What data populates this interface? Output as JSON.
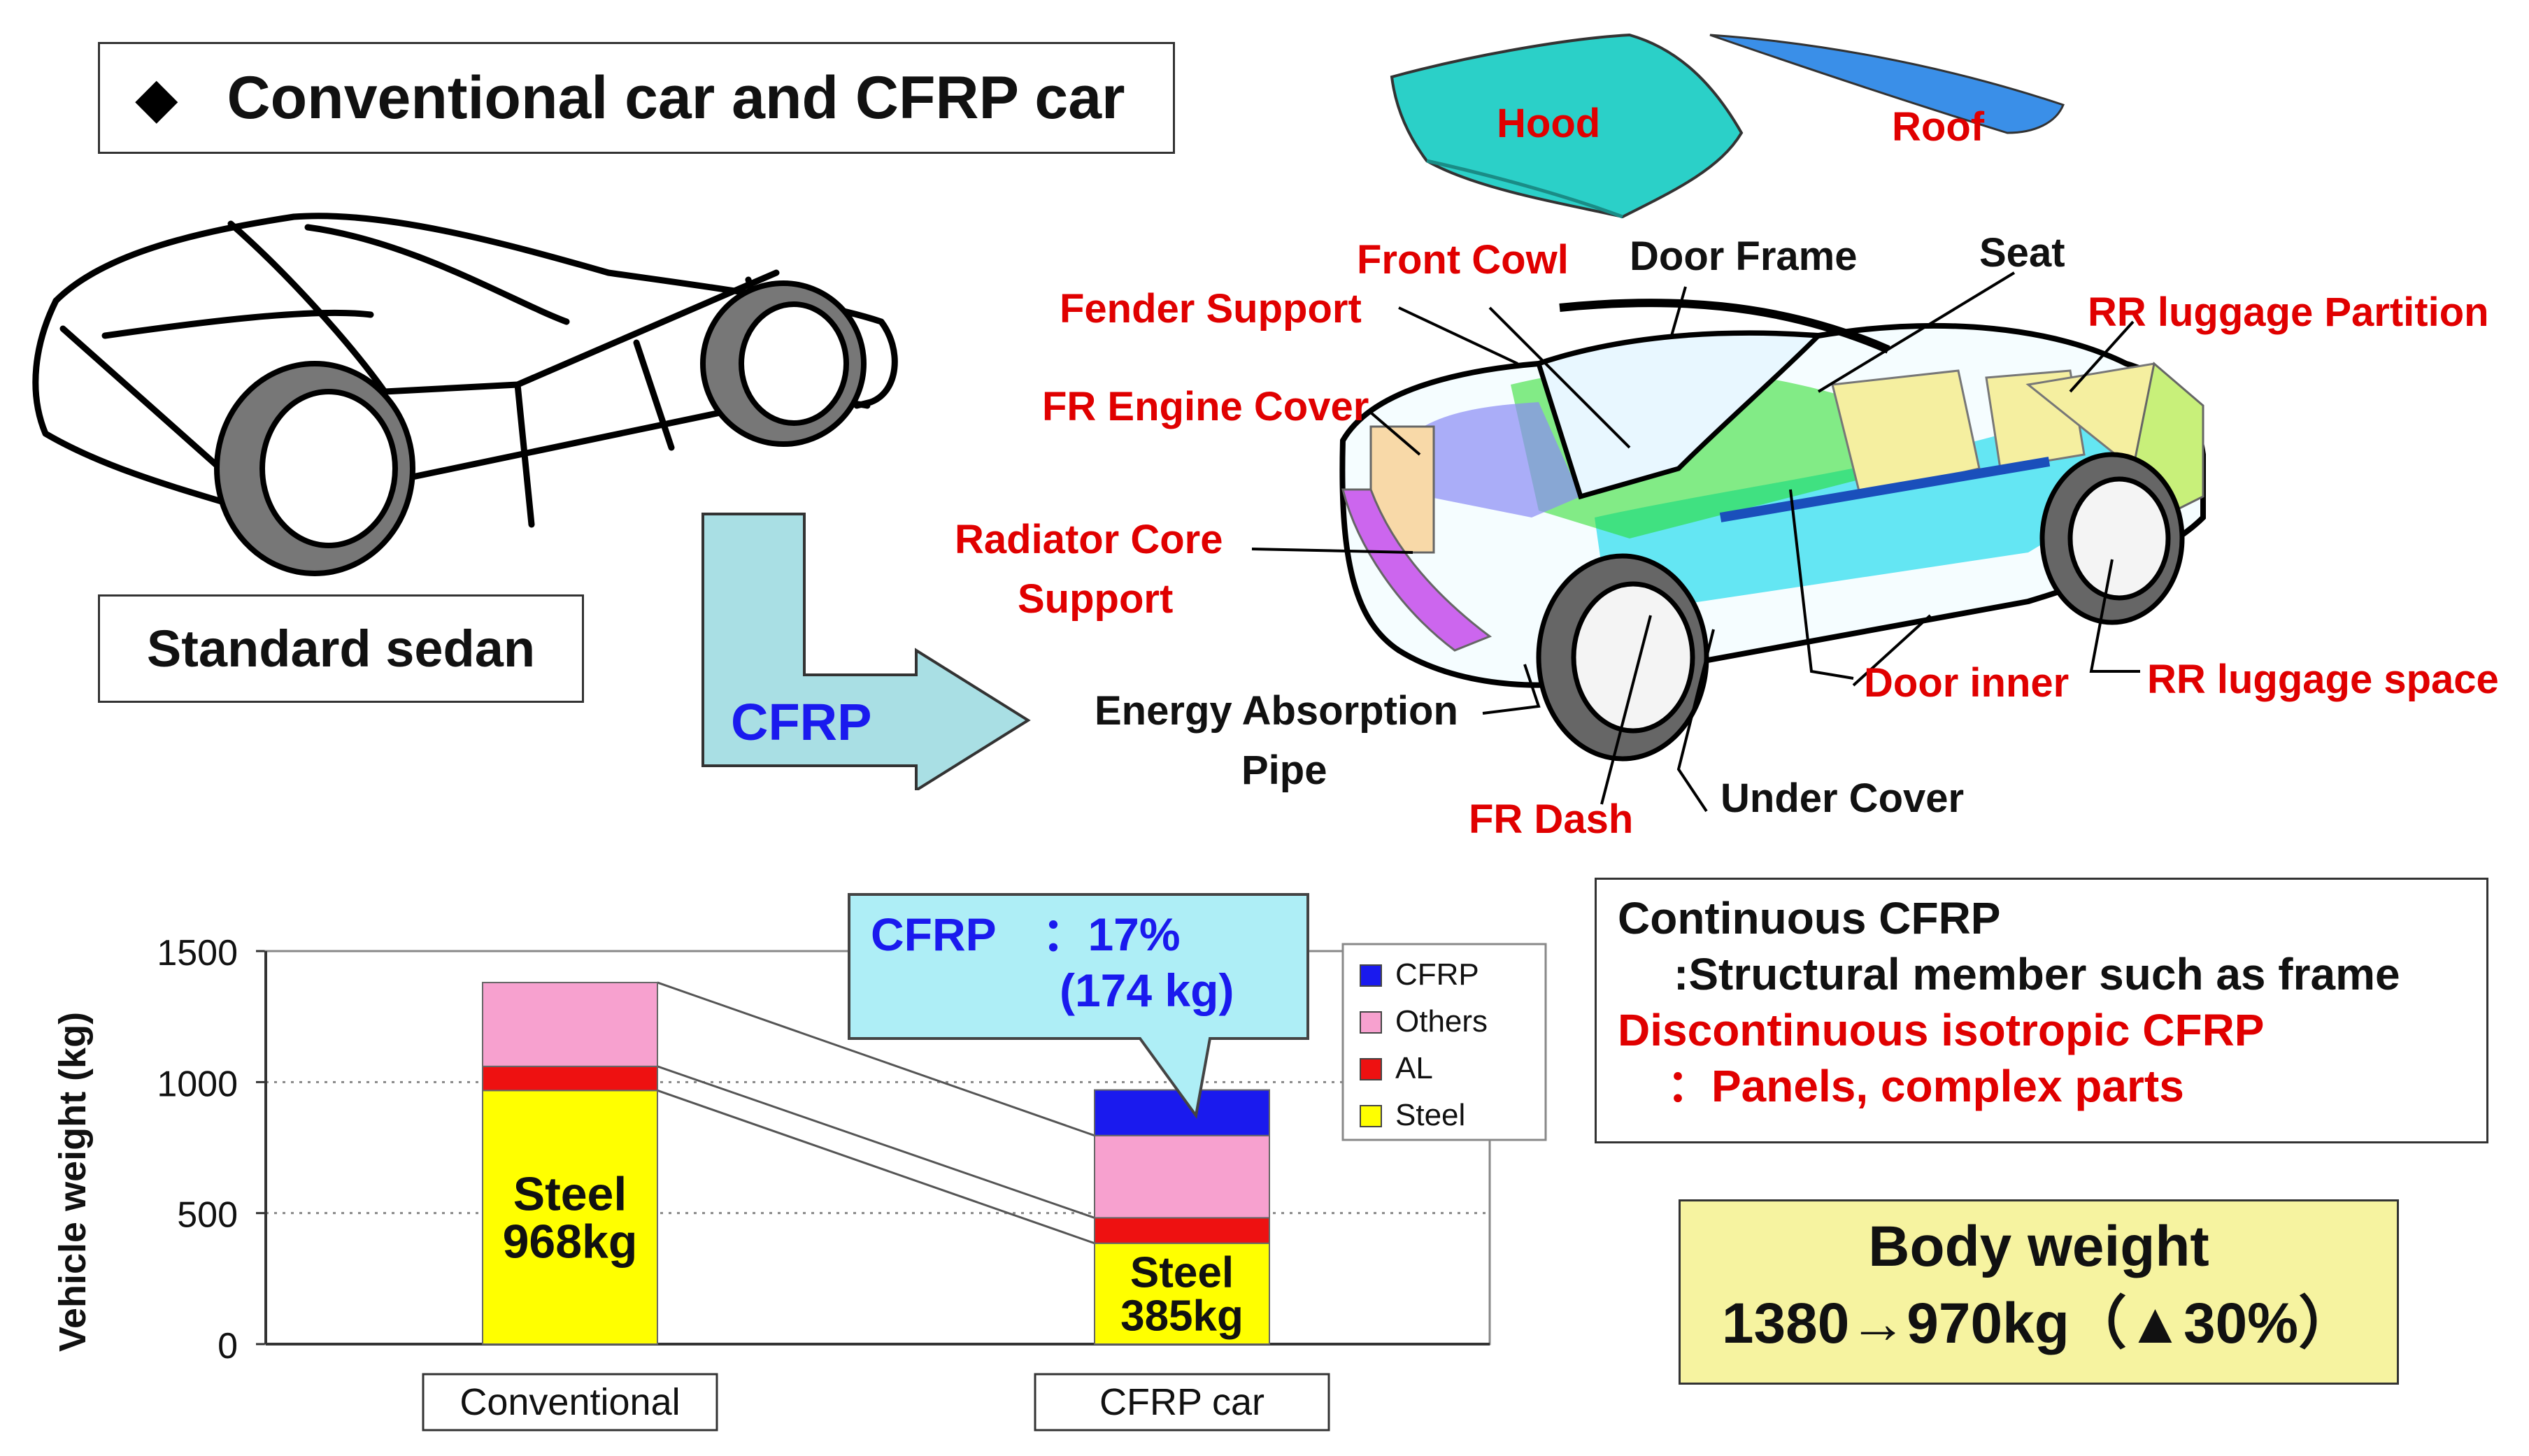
{
  "title": "Conventional car and CFRP car",
  "sedan_label": "Standard sedan",
  "arrow_label": "CFRP",
  "part_labels": {
    "hood": "Hood",
    "roof": "Roof",
    "front_cowl": "Front Cowl",
    "door_frame": "Door Frame",
    "seat": "Seat",
    "fender_support": "Fender Support",
    "rr_luggage_partition": "RR luggage Partition",
    "fr_engine_cover": "FR Engine Cover",
    "radiator_core_line1": "Radiator Core",
    "radiator_core_line2": "Support",
    "energy_absorption_line1": "Energy Absorption",
    "energy_absorption_line2": "Pipe",
    "door_inner": "Door inner",
    "rr_luggage_space": "RR luggage space",
    "fr_dash": "FR Dash",
    "under_cover": "Under Cover"
  },
  "callout": {
    "line1": "CFRP　：17%",
    "line2": "(174 kg)"
  },
  "info_box": {
    "line1": "Continuous CFRP",
    "line2": ":Structural member such as frame",
    "line3": "Discontinuous isotropic CFRP",
    "line4": "：Panels, complex parts"
  },
  "body_weight": {
    "line1": "Body weight",
    "line2": "1380→970kg（▲30%）"
  },
  "colors": {
    "cfrp": "#1a1aee",
    "others": "#f7a1cf",
    "al": "#ee1111",
    "steel": "#ffff00",
    "callout": "#aeeef6",
    "body_weight_box": "#f6f3a0",
    "arrow": "#a9dfe4"
  },
  "chart_data": {
    "type": "bar",
    "stacked": true,
    "categories": [
      "Conventional",
      "CFRP car"
    ],
    "series": [
      {
        "name": "Steel",
        "values": [
          968,
          385
        ]
      },
      {
        "name": "AL",
        "values": [
          92,
          97
        ]
      },
      {
        "name": "Others",
        "values": [
          320,
          314
        ]
      },
      {
        "name": "CFRP",
        "values": [
          0,
          174
        ]
      }
    ],
    "bar_labels": [
      [
        "Steel",
        "968kg"
      ],
      [
        "Steel",
        "385kg"
      ]
    ],
    "ylabel": "Vehicle weight (kg)",
    "ylim": [
      0,
      1500
    ],
    "yticks": [
      "0",
      "500",
      "1000",
      "1500"
    ],
    "grid": true,
    "legend": "right"
  }
}
